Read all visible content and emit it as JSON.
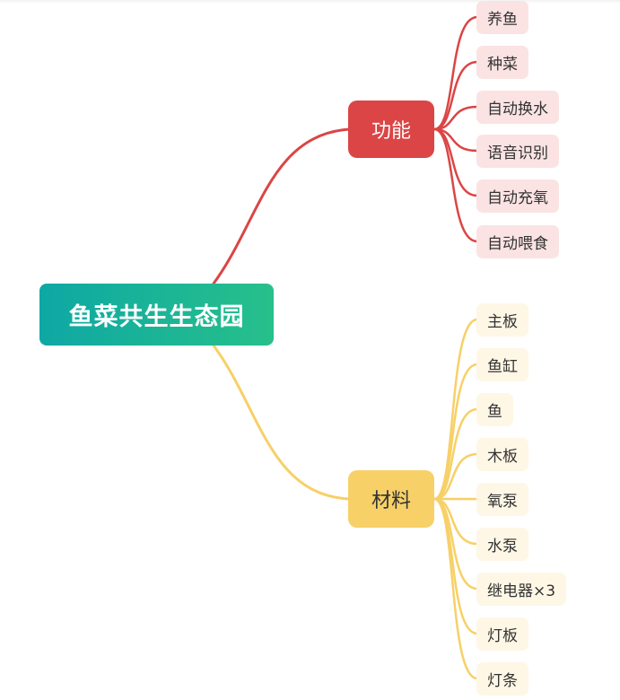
{
  "mindmap": {
    "root": {
      "label": "鱼菜共生生态园"
    },
    "branches": [
      {
        "label": "功能",
        "color": "#db4545",
        "leaf_bg": "#fbe3e3",
        "children": [
          "养鱼",
          "种菜",
          "自动换水",
          "语音识别",
          "自动充氧",
          "自动喂食"
        ]
      },
      {
        "label": "材料",
        "color": "#f7d067",
        "leaf_bg": "#fff7e6",
        "children": [
          "主板",
          "鱼缸",
          "鱼",
          "木板",
          "氧泵",
          "水泵",
          "继电器×3",
          "灯板",
          "灯条"
        ]
      }
    ]
  }
}
